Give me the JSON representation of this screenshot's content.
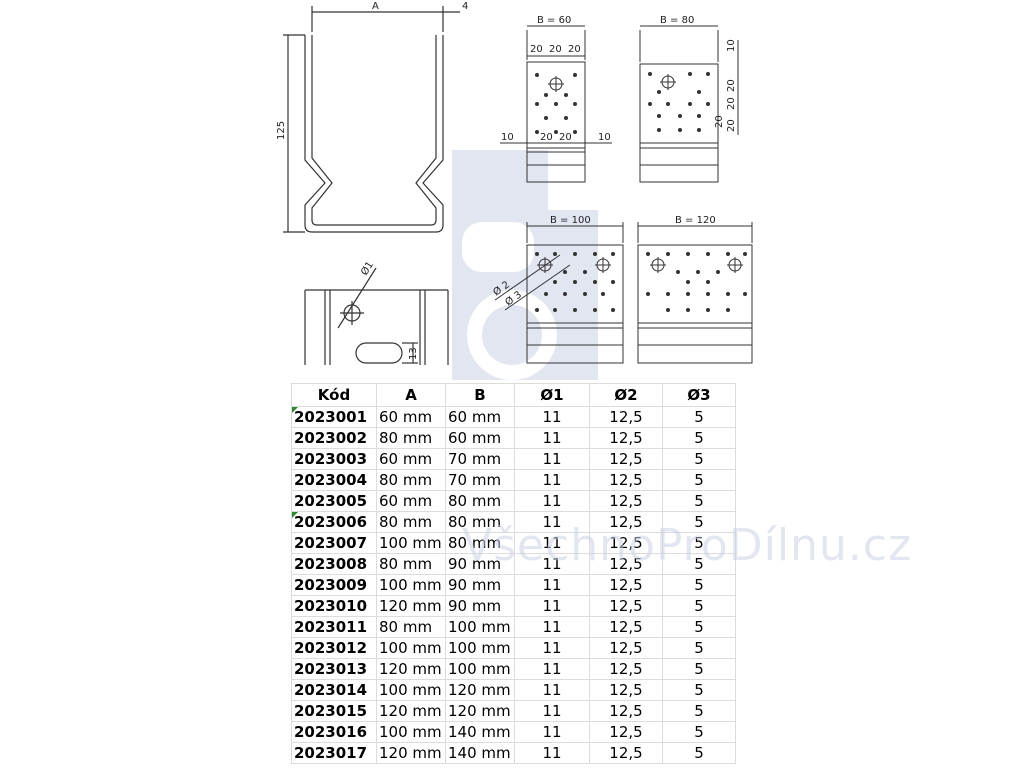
{
  "drawing": {
    "side_view": {
      "dim_a": "A",
      "dim_thickness": "4",
      "dim_height": "125"
    },
    "hole_view": {
      "dim_d1": "Ø1",
      "dim_slot": "13"
    },
    "plate_b60": {
      "title": "B = 60",
      "top_spacing": [
        "20",
        "20",
        "20"
      ],
      "edge_left": "10",
      "edge_right": "10",
      "bottom_spacing": [
        "20",
        "20"
      ]
    },
    "plate_b80": {
      "title": "B = 80",
      "edge_top": "10",
      "right_spacing": [
        "20",
        "20",
        "20",
        "20"
      ]
    },
    "plate_b100": {
      "title": "B = 100",
      "dim_d2": "Ø 2",
      "dim_d3": "Ø 3"
    },
    "plate_b120": {
      "title": "B = 120"
    }
  },
  "watermark": "VšechnoProDílnu.cz",
  "table": {
    "headers": [
      "Kód",
      "A",
      "B",
      "Ø1",
      "Ø2",
      "Ø3"
    ],
    "rows": [
      [
        "2023001",
        "60 mm",
        "60 mm",
        "11",
        "12,5",
        "5"
      ],
      [
        "2023002",
        "80 mm",
        "60 mm",
        "11",
        "12,5",
        "5"
      ],
      [
        "2023003",
        "60 mm",
        "70 mm",
        "11",
        "12,5",
        "5"
      ],
      [
        "2023004",
        "80 mm",
        "70 mm",
        "11",
        "12,5",
        "5"
      ],
      [
        "2023005",
        "60 mm",
        "80 mm",
        "11",
        "12,5",
        "5"
      ],
      [
        "2023006",
        "80 mm",
        "80 mm",
        "11",
        "12,5",
        "5"
      ],
      [
        "2023007",
        "100 mm",
        "80 mm",
        "11",
        "12,5",
        "5"
      ],
      [
        "2023008",
        "80 mm",
        "90 mm",
        "11",
        "12,5",
        "5"
      ],
      [
        "2023009",
        "100 mm",
        "90 mm",
        "11",
        "12,5",
        "5"
      ],
      [
        "2023010",
        "120 mm",
        "90 mm",
        "11",
        "12,5",
        "5"
      ],
      [
        "2023011",
        "80 mm",
        "100 mm",
        "11",
        "12,5",
        "5"
      ],
      [
        "2023012",
        "100 mm",
        "100 mm",
        "11",
        "12,5",
        "5"
      ],
      [
        "2023013",
        "120 mm",
        "100 mm",
        "11",
        "12,5",
        "5"
      ],
      [
        "2023014",
        "100 mm",
        "120 mm",
        "11",
        "12,5",
        "5"
      ],
      [
        "2023015",
        "120 mm",
        "120 mm",
        "11",
        "12,5",
        "5"
      ],
      [
        "2023016",
        "100 mm",
        "140 mm",
        "11",
        "12,5",
        "5"
      ],
      [
        "2023017",
        "120 mm",
        "140 mm",
        "11",
        "12,5",
        "5"
      ]
    ],
    "flagged_rows": [
      "2023001",
      "2023006"
    ]
  }
}
